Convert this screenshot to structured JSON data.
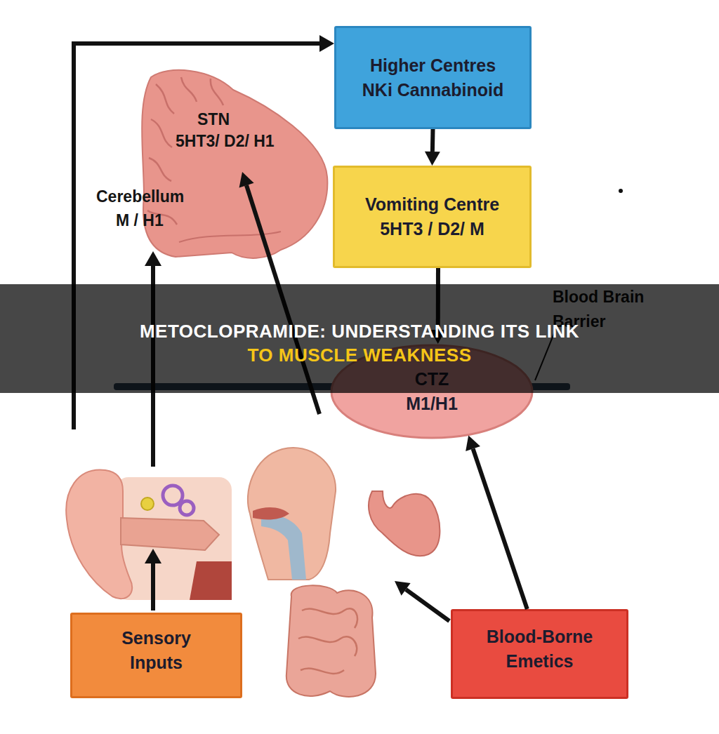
{
  "diagram": {
    "title": "METOCLOPRAMIDE: UNDERSTANDING ITS LINK TO MUSCLE WEAKNESS",
    "nodes": [
      {
        "text": [
          "Higher Centres",
          "NKi Cannabinoid"
        ]
      },
      {
        "text": [
          "Vomiting Centre",
          "5HT3 / D2/ M"
        ]
      },
      {
        "text": [
          "CTZ",
          "M1/H1"
        ]
      },
      {
        "text": [
          "Sensory Inputs"
        ]
      },
      {
        "text": [
          "Blood-Borne Emetics"
        ]
      }
    ],
    "edges": [
      {
        "from": 0,
        "to": 1,
        "arrow": "to"
      },
      {
        "from": 1,
        "to": 2,
        "arrow": "to"
      },
      {
        "from": 4,
        "to": 2,
        "arrow": "to"
      }
    ],
    "labels": [
      "STN",
      "5HT3/ D2/ H1",
      "Cerebellum",
      "M / H1",
      "Blood Brain Barrier"
    ]
  }
}
